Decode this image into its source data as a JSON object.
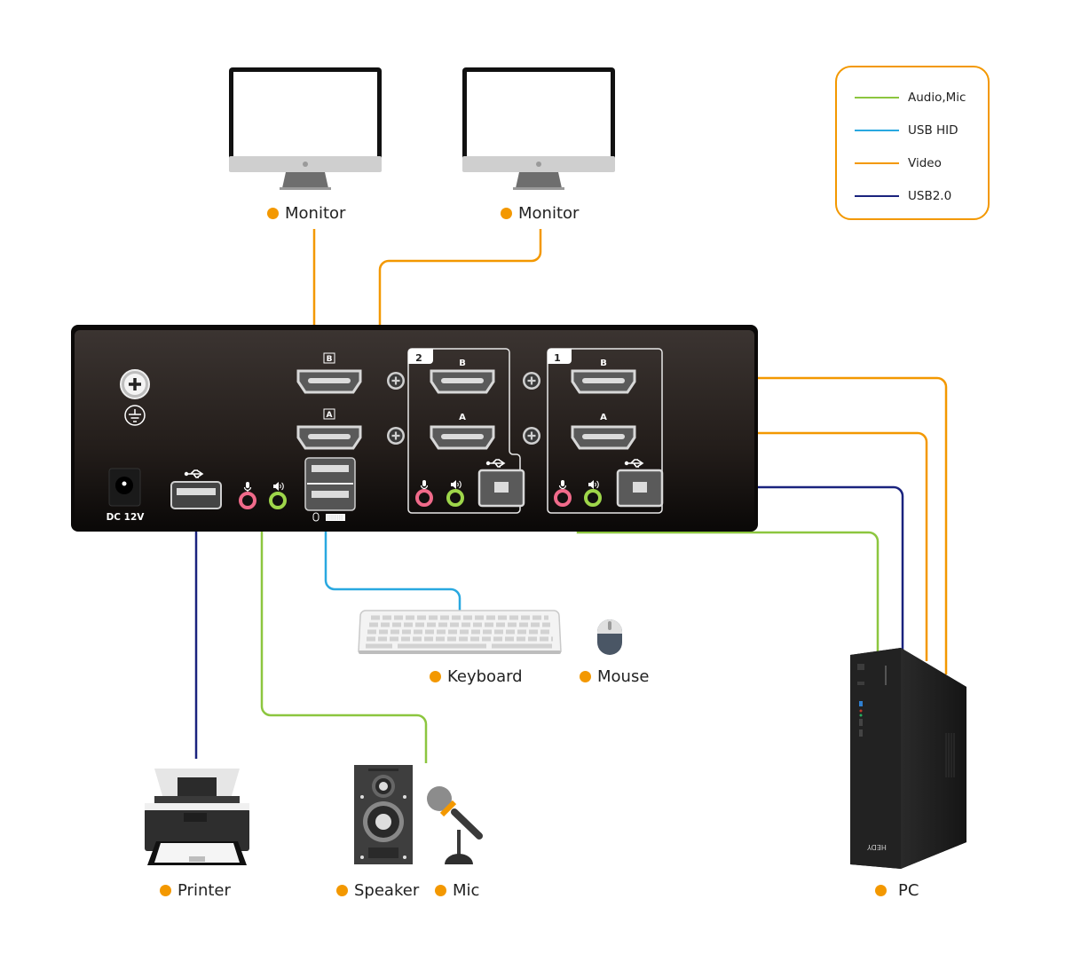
{
  "legend": {
    "items": [
      {
        "label": "Audio,Mic",
        "color": "#8cc63f"
      },
      {
        "label": "USB HID",
        "color": "#29a8e0"
      },
      {
        "label": "Video",
        "color": "#f39800"
      },
      {
        "label": "USB2.0",
        "color": "#1a237e"
      }
    ]
  },
  "devices": {
    "monitor_left": "Monitor",
    "monitor_right": "Monitor",
    "keyboard": "Keyboard",
    "mouse": "Mouse",
    "printer": "Printer",
    "speaker": "Speaker",
    "mic": "Mic",
    "pc": "PC"
  },
  "kvm": {
    "power_label": "DC 12V",
    "console_port_b": "B",
    "console_port_a": "A",
    "group_2_number": "2",
    "group_1_number": "1",
    "group_2_port_b": "B",
    "group_2_port_a": "A",
    "group_1_port_b": "B",
    "group_1_port_a": "A"
  },
  "pc": {
    "brand": "HEDY"
  },
  "colors": {
    "video": "#f39800",
    "usb_hid": "#29a8e0",
    "audio": "#8cc63f",
    "usb2": "#1a237e",
    "bullet": "#f39800"
  }
}
